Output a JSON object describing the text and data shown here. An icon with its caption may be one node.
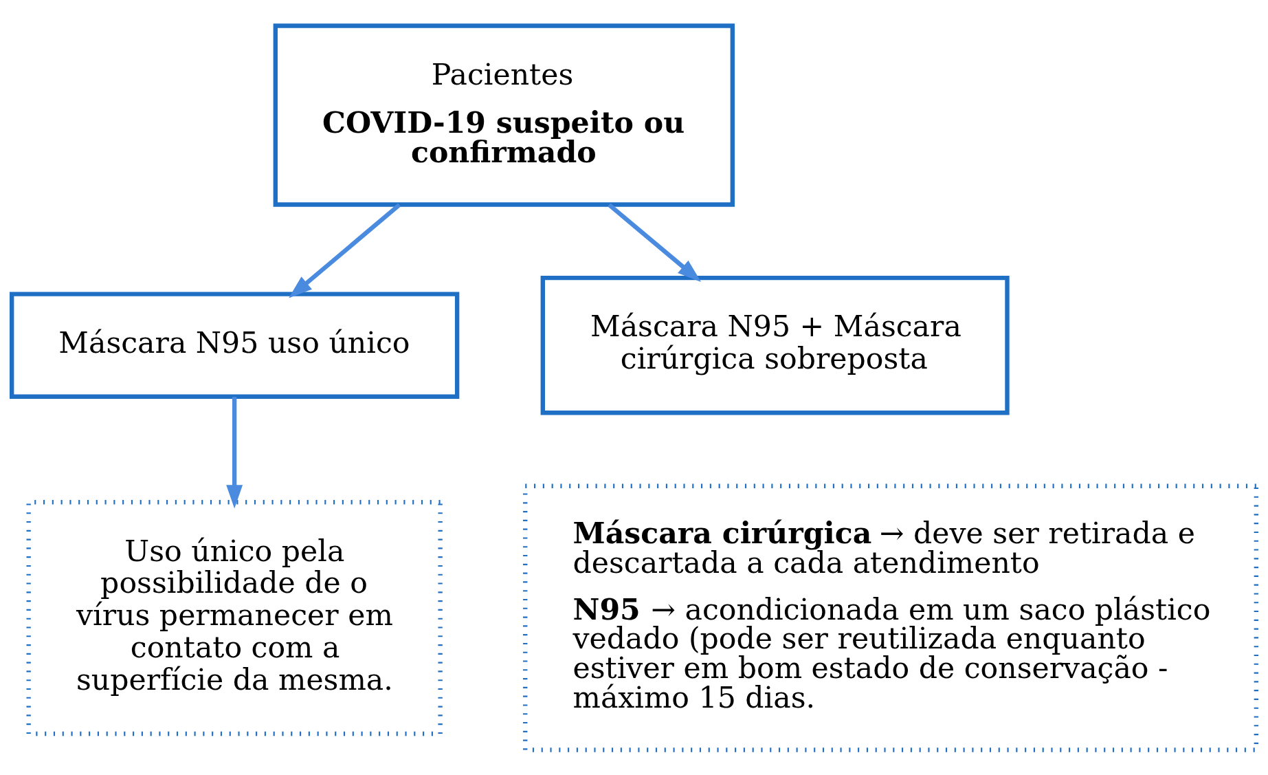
{
  "diagram": {
    "nodes": [
      {
        "text": [
          "Pacientes",
          "COVID-19 suspeito ou confirmado"
        ]
      },
      {
        "text": [
          "Máscara N95 uso único"
        ]
      },
      {
        "text": [
          "Máscara N95 + Máscara cirúrgica sobreposta"
        ]
      },
      {
        "text": [
          "Uso único pela possibilidade de o vírus permanecer em contato com a superfície da mesma."
        ]
      },
      {
        "text": [
          "**Máscara cirúrgica** → deve ser retirada e descartada a cada atendimento",
          "**N95** → acondicionada em um saco plástico vedado (pode ser reutilizada enquanto estiver em bom estado de conservação - máximo 15 dias."
        ]
      }
    ],
    "edges": [
      {
        "from": 0,
        "to": 1,
        "arrow": "to"
      },
      {
        "from": 0,
        "to": 2,
        "arrow": "to"
      },
      {
        "from": 1,
        "to": 3,
        "arrow": "to"
      }
    ]
  }
}
